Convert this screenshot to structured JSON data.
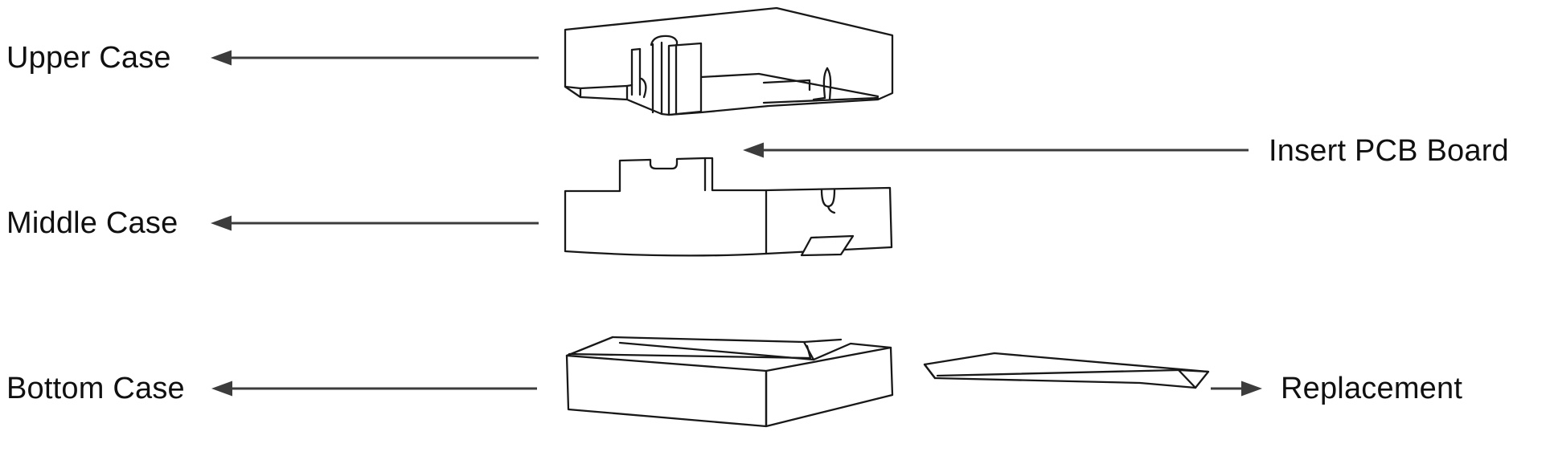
{
  "colors": {
    "background": "#ffffff",
    "artwork_line": "#181818",
    "arrow": "#3c3c3c",
    "text": "#101010"
  },
  "labels": {
    "upper_case": "Upper Case",
    "middle_case": "Middle Case",
    "bottom_case": "Bottom Case",
    "insert_pcb": "Insert PCB Board",
    "replacement": "Replacement"
  }
}
